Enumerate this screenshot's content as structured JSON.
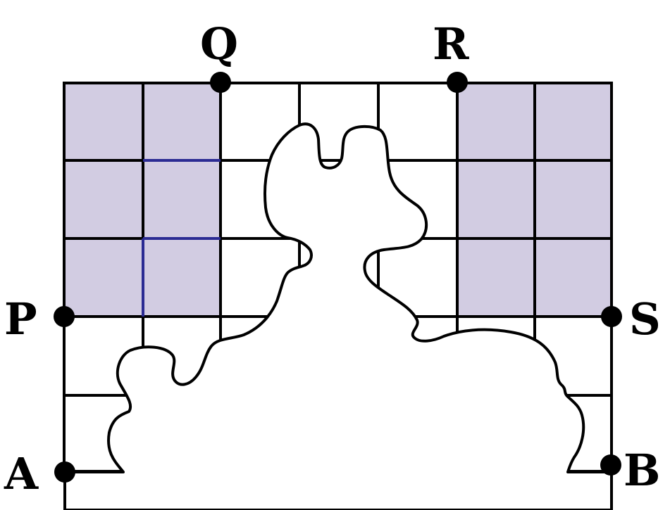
{
  "points": {
    "Q": {
      "label": "Q"
    },
    "R": {
      "label": "R"
    },
    "P": {
      "label": "P"
    },
    "S": {
      "label": "S"
    },
    "A": {
      "label": "A"
    },
    "B": {
      "label": "B"
    }
  },
  "colors": {
    "shaded": "#d2cce2",
    "line": "#000000",
    "accent": "#2b2b93",
    "blob_fill": "#ffffff"
  }
}
